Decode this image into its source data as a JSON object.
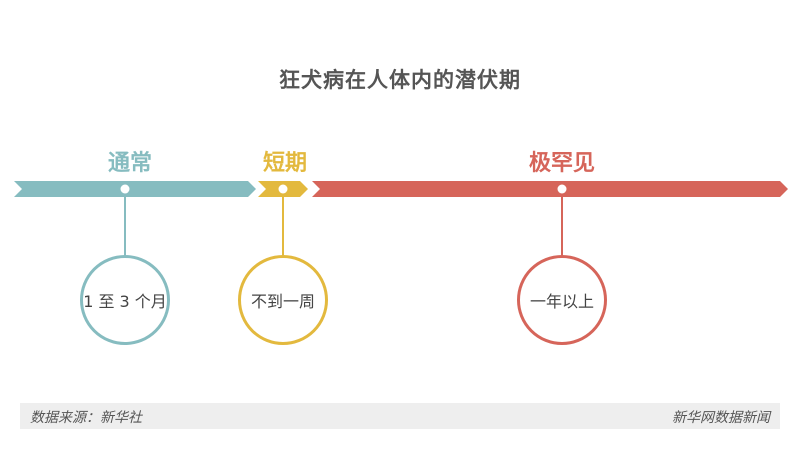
{
  "title": "狂犬病在人体内的潜伏期",
  "colors": {
    "teal": "#86bcc0",
    "yellow": "#e3b93e",
    "red": "#d6655a"
  },
  "segments": [
    {
      "label": "通常",
      "duration": "1 至 3 个月",
      "color": "#86bcc0"
    },
    {
      "label": "短期",
      "duration": "不到一周",
      "color": "#e3b93e"
    },
    {
      "label": "极罕见",
      "duration": "一年以上",
      "color": "#d6655a"
    }
  ],
  "footer": {
    "source": "数据来源：新华社",
    "brand": "新华网数据新闻"
  }
}
